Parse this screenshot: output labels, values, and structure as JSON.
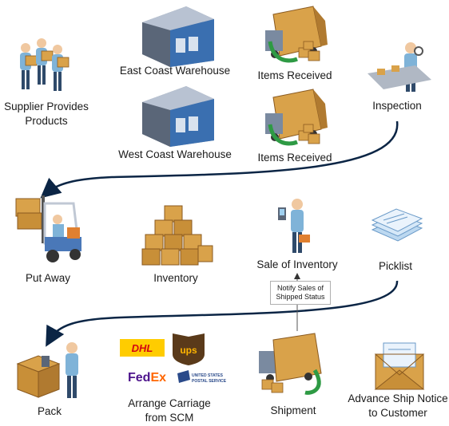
{
  "labels": {
    "supplier": "Supplier Provides Products",
    "east_wh": "East Coast Warehouse",
    "west_wh": "West Coast Warehouse",
    "items_received_1": "Items Received",
    "items_received_2": "Items Received",
    "inspection": "Inspection",
    "put_away": "Put Away",
    "inventory": "Inventory",
    "sale_of_inventory": "Sale of Inventory",
    "picklist": "Picklist",
    "notify": "Notify Sales of Shipped Status",
    "pack": "Pack",
    "carriage": "Arrange Carriage from SCM",
    "shipment": "Shipment",
    "asn": "Advance Ship Notice to Customer"
  },
  "carriers": {
    "dhl": "DHL",
    "ups": "ups",
    "fedex_fed": "Fed",
    "fedex_ex": "Ex",
    "usps_1": "UNITED STATES",
    "usps_2": "POSTAL SERVICE"
  },
  "colors": {
    "arrow": "#0b2545",
    "box": "#d9a24a",
    "truck": "#7a8aa0",
    "person": "#7fb3d8",
    "green_arrow": "#2e9a44"
  }
}
